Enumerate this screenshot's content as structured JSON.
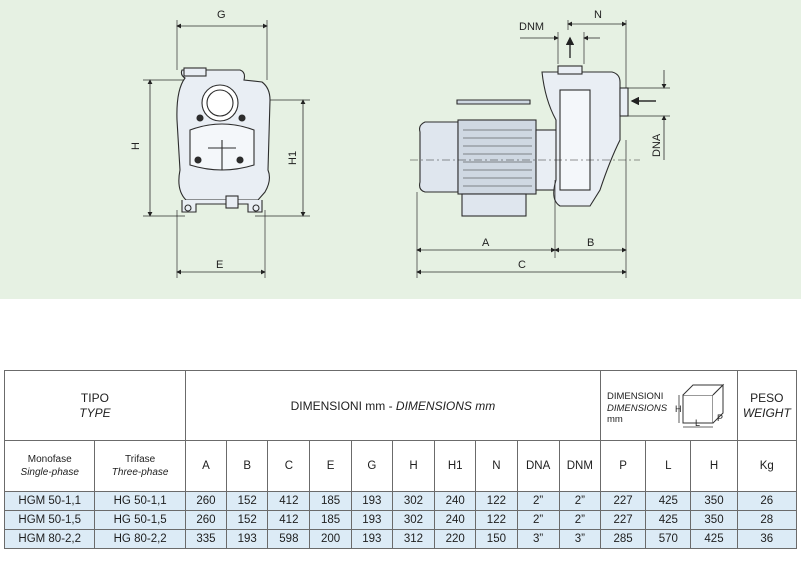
{
  "drawing": {
    "labels": {
      "G": "G",
      "H": "H",
      "H1": "H1",
      "E": "E",
      "DNM": "DNM",
      "N": "N",
      "DNA": "DNA",
      "A": "A",
      "B": "B",
      "C": "C"
    },
    "colors": {
      "background": "#e6f1e3",
      "line": "#2d2d2d",
      "pump_fill": "#e9eef4",
      "motor_fill": "#cfd8e2"
    }
  },
  "table": {
    "tipo": {
      "it": "TIPO",
      "en": "TYPE"
    },
    "dimensioni": {
      "it": "DIMENSIONI mm - ",
      "en": "DIMENSIONS mm"
    },
    "packing": {
      "it": "DIMENSIONI",
      "en": "DIMENSIONS",
      "unit": "mm",
      "icon_labels": {
        "H": "H",
        "L": "L",
        "P": "P"
      }
    },
    "peso": {
      "it": "PESO",
      "en": "WEIGHT"
    },
    "monofase": {
      "it": "Monofase",
      "en": "Single-phase"
    },
    "trifase": {
      "it": "Trifase",
      "en": "Three-phase"
    },
    "columns": [
      "A",
      "B",
      "C",
      "E",
      "G",
      "H",
      "H1",
      "N",
      "DNA",
      "DNM",
      "P",
      "L",
      "H",
      "Kg"
    ],
    "rows": [
      {
        "mono": "HGM 50-1,1",
        "tri": "HG 50-1,1",
        "values": [
          "260",
          "152",
          "412",
          "185",
          "193",
          "302",
          "240",
          "122",
          "2”",
          "2”",
          "227",
          "425",
          "350",
          "26"
        ]
      },
      {
        "mono": "HGM 50-1,5",
        "tri": "HG 50-1,5",
        "values": [
          "260",
          "152",
          "412",
          "185",
          "193",
          "302",
          "240",
          "122",
          "2”",
          "2”",
          "227",
          "425",
          "350",
          "28"
        ]
      },
      {
        "mono": "HGM 80-2,2",
        "tri": "HG 80-2,2",
        "values": [
          "335",
          "193",
          "598",
          "200",
          "193",
          "312",
          "220",
          "150",
          "3”",
          "3”",
          "285",
          "570",
          "425",
          "36"
        ]
      }
    ]
  }
}
